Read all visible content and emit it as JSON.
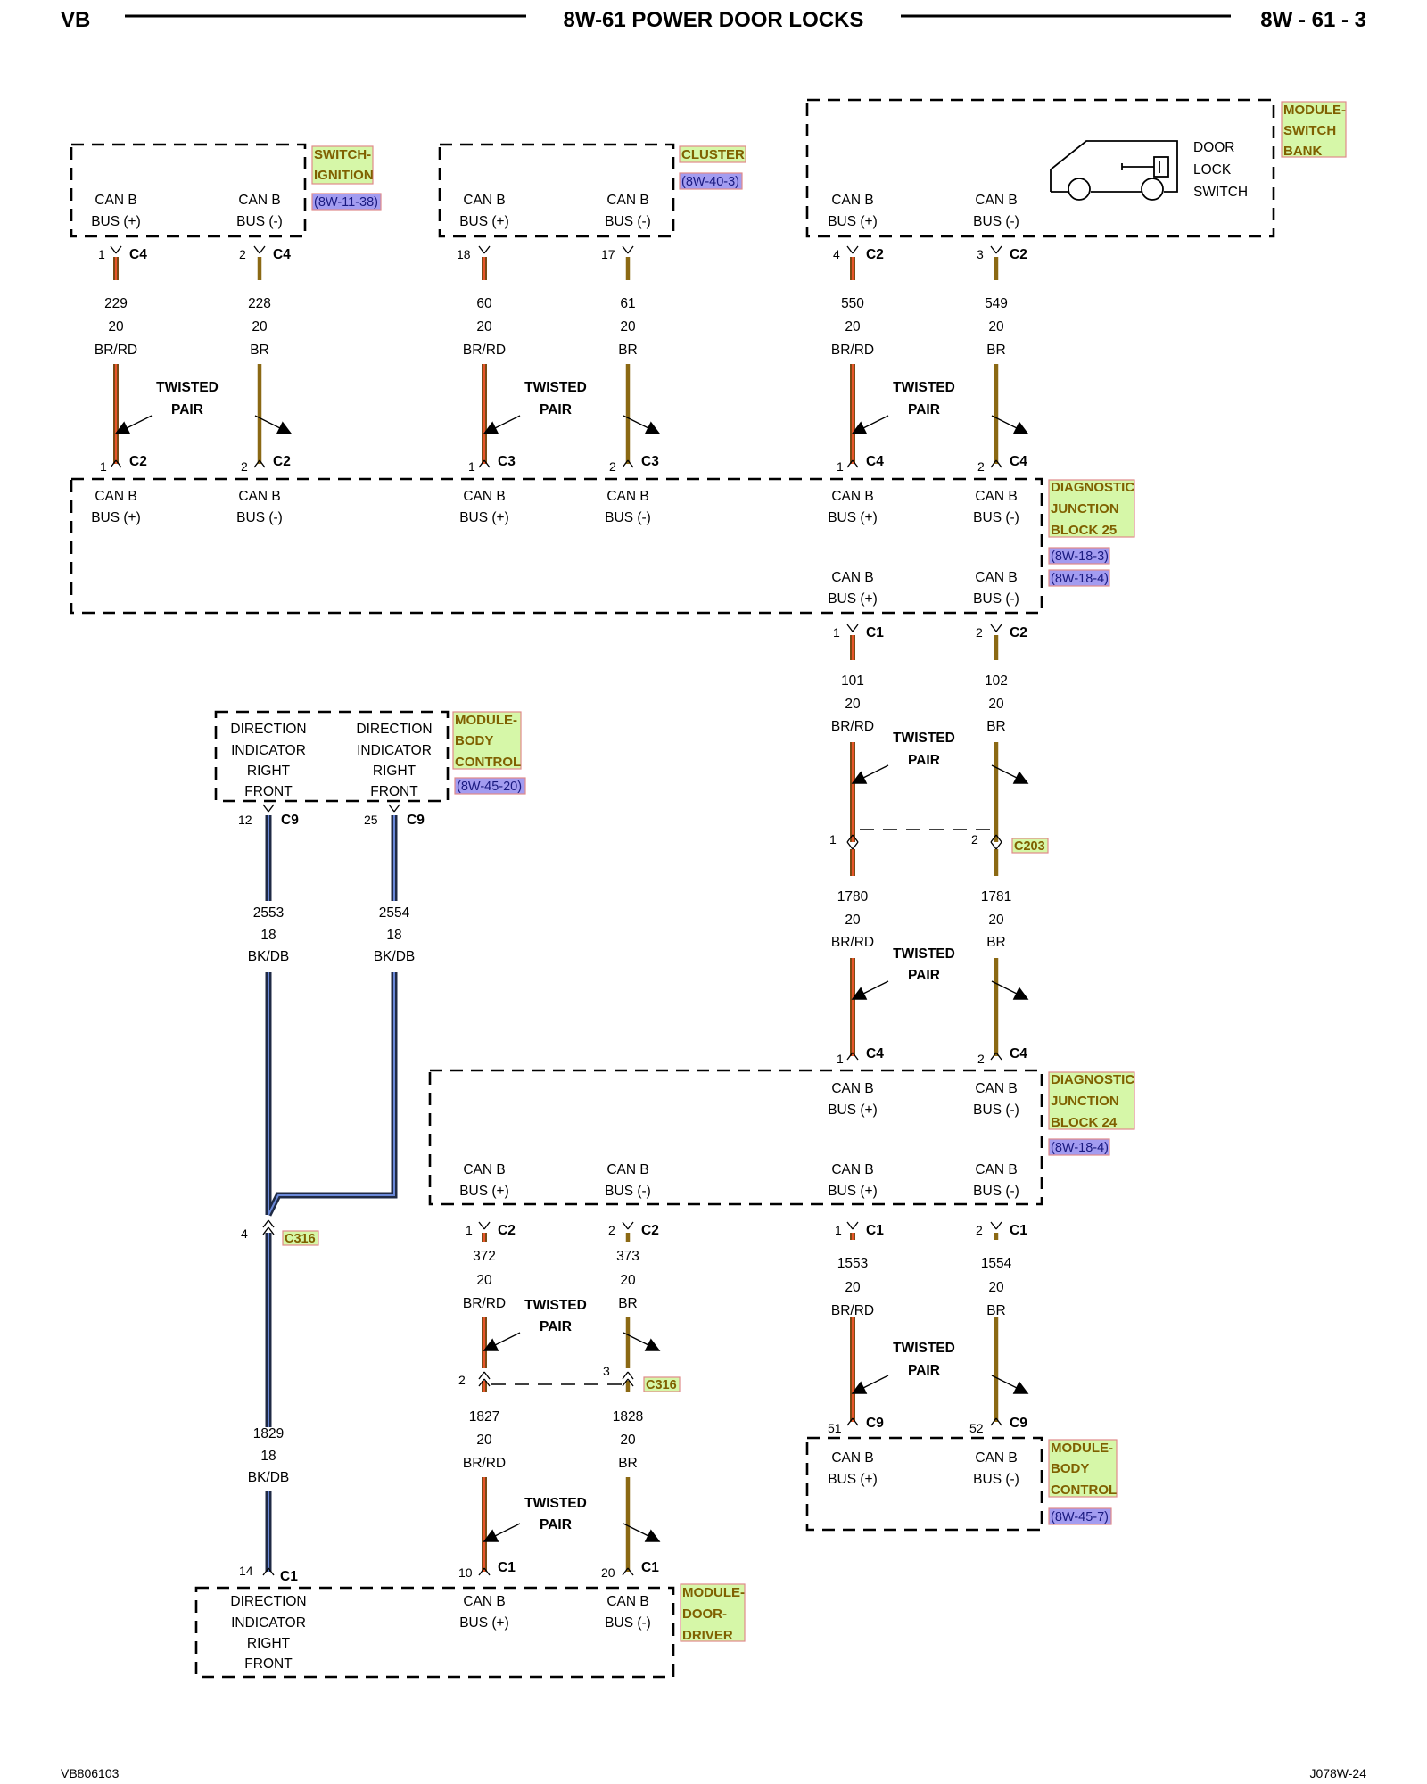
{
  "header": {
    "left": "VB",
    "title": "8W-61 POWER DOOR LOCKS",
    "right": "8W - 61 - 3"
  },
  "footer": {
    "left": "VB806103",
    "right": "J078W-24"
  },
  "colors": {
    "br_rd_outer": "#7a4a14",
    "br_rd_inner": "#e8552a",
    "br": "#8b6914",
    "bk_db_outer": "#1f2a44",
    "bk_db_inner": "#6a88d8",
    "label_bg": "#d6f7a8",
    "label_border": "#e08a8a",
    "ref_bg": "#a39cf0"
  },
  "text": {
    "can_b": "CAN B",
    "bus_plus": "BUS (+)",
    "bus_minus": "BUS (-)",
    "twisted": "TWISTED",
    "pair": "PAIR",
    "direction": "DIRECTION",
    "indicator": "INDICATOR",
    "right": "RIGHT",
    "front": "FRONT",
    "door": "DOOR",
    "lock": "LOCK",
    "switch": "SWITCH"
  },
  "components": {
    "switch_ignition": {
      "label": [
        "SWITCH-",
        "IGNITION"
      ],
      "ref": "(8W-11-38)"
    },
    "cluster": {
      "label": [
        "CLUSTER"
      ],
      "ref": "(8W-40-3)"
    },
    "module_switch_bank": {
      "label": [
        "MODULE-",
        "SWITCH",
        "BANK"
      ]
    },
    "djb25": {
      "label": [
        "DIAGNOSTIC",
        "JUNCTION",
        "BLOCK 25"
      ],
      "refs": [
        "(8W-18-3)",
        "(8W-18-4)"
      ]
    },
    "module_body_control_1": {
      "label": [
        "MODULE-",
        "BODY",
        "CONTROL"
      ],
      "ref": "(8W-45-20)"
    },
    "djb24": {
      "label": [
        "DIAGNOSTIC",
        "JUNCTION",
        "BLOCK 24"
      ],
      "ref": "(8W-18-4)"
    },
    "module_body_control_2": {
      "label": [
        "MODULE-",
        "BODY",
        "CONTROL"
      ],
      "ref": "(8W-45-7)"
    },
    "module_door_driver": {
      "label": [
        "MODULE-",
        "DOOR-",
        "DRIVER"
      ]
    }
  },
  "connectors": {
    "c2": "C2",
    "c3": "C3",
    "c4": "C4",
    "c9": "C9",
    "c1": "C1",
    "c203": "C203",
    "c316": "C316"
  },
  "pins": {
    "p1": "1",
    "p2": "2",
    "p3": "3",
    "p4": "4",
    "p10": "10",
    "p12": "12",
    "p14": "14",
    "p17": "17",
    "p18": "18",
    "p20": "20",
    "p25": "25",
    "p51": "51",
    "p52": "52"
  },
  "wires": {
    "w229": {
      "circuit": "229",
      "gauge": "20",
      "color": "BR/RD"
    },
    "w228": {
      "circuit": "228",
      "gauge": "20",
      "color": "BR"
    },
    "w60": {
      "circuit": "60",
      "gauge": "20",
      "color": "BR/RD"
    },
    "w61": {
      "circuit": "61",
      "gauge": "20",
      "color": "BR"
    },
    "w550": {
      "circuit": "550",
      "gauge": "20",
      "color": "BR/RD"
    },
    "w549": {
      "circuit": "549",
      "gauge": "20",
      "color": "BR"
    },
    "w101": {
      "circuit": "101",
      "gauge": "20",
      "color": "BR/RD"
    },
    "w102": {
      "circuit": "102",
      "gauge": "20",
      "color": "BR"
    },
    "w1780": {
      "circuit": "1780",
      "gauge": "20",
      "color": "BR/RD"
    },
    "w1781": {
      "circuit": "1781",
      "gauge": "20",
      "color": "BR"
    },
    "w2553": {
      "circuit": "2553",
      "gauge": "18",
      "color": "BK/DB"
    },
    "w2554": {
      "circuit": "2554",
      "gauge": "18",
      "color": "BK/DB"
    },
    "w372": {
      "circuit": "372",
      "gauge": "20",
      "color": "BR/RD"
    },
    "w373": {
      "circuit": "373",
      "gauge": "20",
      "color": "BR"
    },
    "w1553": {
      "circuit": "1553",
      "gauge": "20",
      "color": "BR/RD"
    },
    "w1554": {
      "circuit": "1554",
      "gauge": "20",
      "color": "BR"
    },
    "w1829": {
      "circuit": "1829",
      "gauge": "18",
      "color": "BK/DB"
    },
    "w1827": {
      "circuit": "1827",
      "gauge": "20",
      "color": "BR/RD"
    },
    "w1828": {
      "circuit": "1828",
      "gauge": "20",
      "color": "BR"
    }
  }
}
